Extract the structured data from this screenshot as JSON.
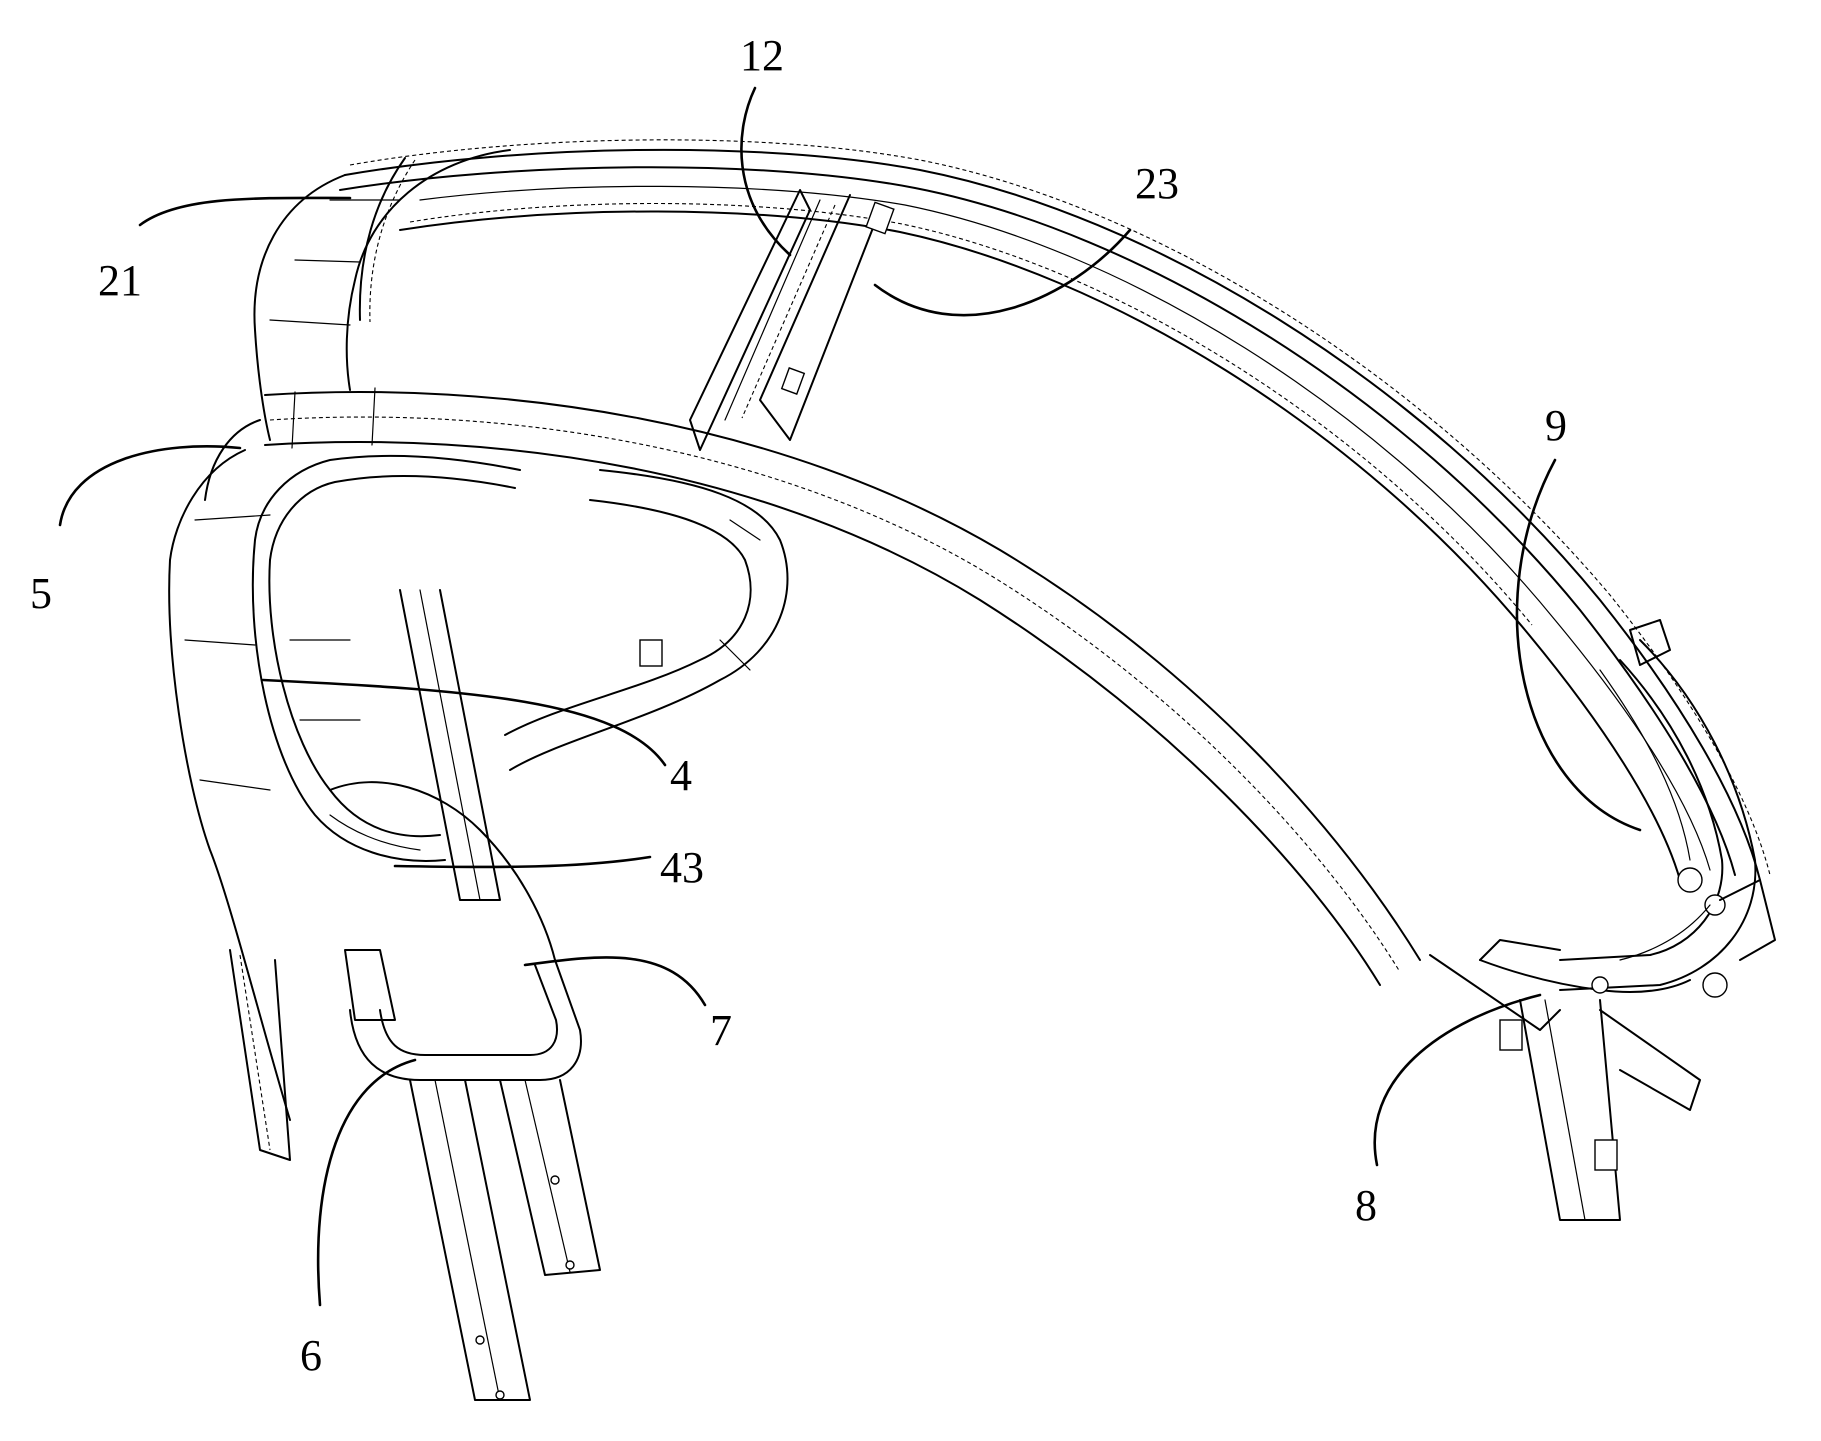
{
  "figure": {
    "labels": [
      "12",
      "23",
      "21",
      "9",
      "5",
      "4",
      "43",
      "7",
      "6",
      "8"
    ]
  }
}
